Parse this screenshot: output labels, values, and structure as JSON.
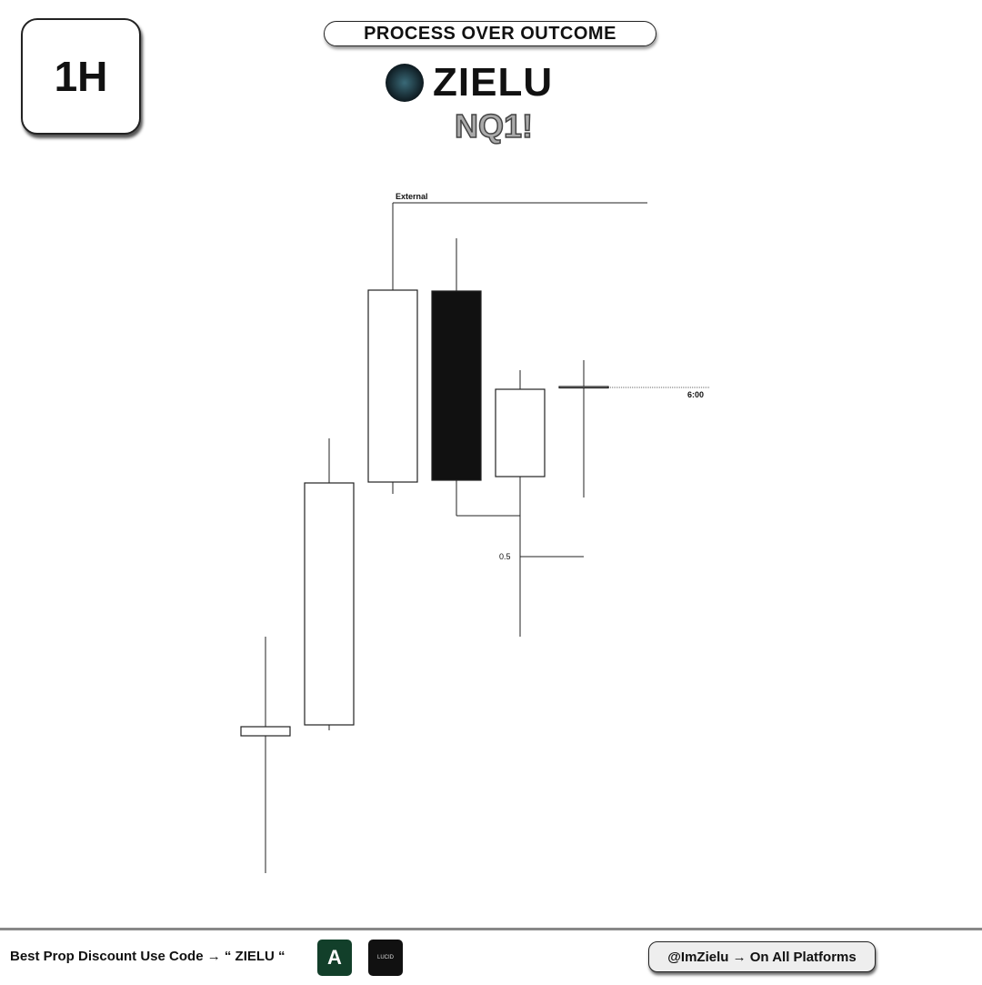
{
  "header": {
    "timeframe": "1H",
    "motto": "PROCESS OVER OUTCOME",
    "brand": "ZIELU",
    "symbol": "NQ1!"
  },
  "chart_data": {
    "type": "candlestick",
    "title": "",
    "candles": [
      {
        "open": 191,
        "close": 201,
        "high": 300,
        "low": 40,
        "color": "white"
      },
      {
        "open": 203,
        "close": 469,
        "high": 518,
        "low": 197,
        "color": "white"
      },
      {
        "open": 470,
        "close": 681,
        "high": 777,
        "low": 457,
        "color": "white"
      },
      {
        "open": 680,
        "close": 472,
        "high": 738,
        "low": 433,
        "color": "black"
      },
      {
        "open": 476,
        "close": 572,
        "high": 593,
        "low": 300,
        "color": "white"
      },
      {
        "open": 575,
        "close": 575,
        "high": 604,
        "low": 453,
        "color": "white"
      }
    ],
    "annotations": {
      "external": {
        "label": "External",
        "price": 777
      },
      "midpoint": {
        "label": "0.5",
        "price": 388
      },
      "low_ref": {
        "price": 433
      },
      "time_marker": {
        "label": "6:00",
        "price": 574
      }
    }
  },
  "footer": {
    "promo": "Best Prop Discount Use Code → “ ZIELU “",
    "prop1": "A",
    "prop2": "LUCID",
    "social": "@ImZielu → On All Platforms"
  }
}
